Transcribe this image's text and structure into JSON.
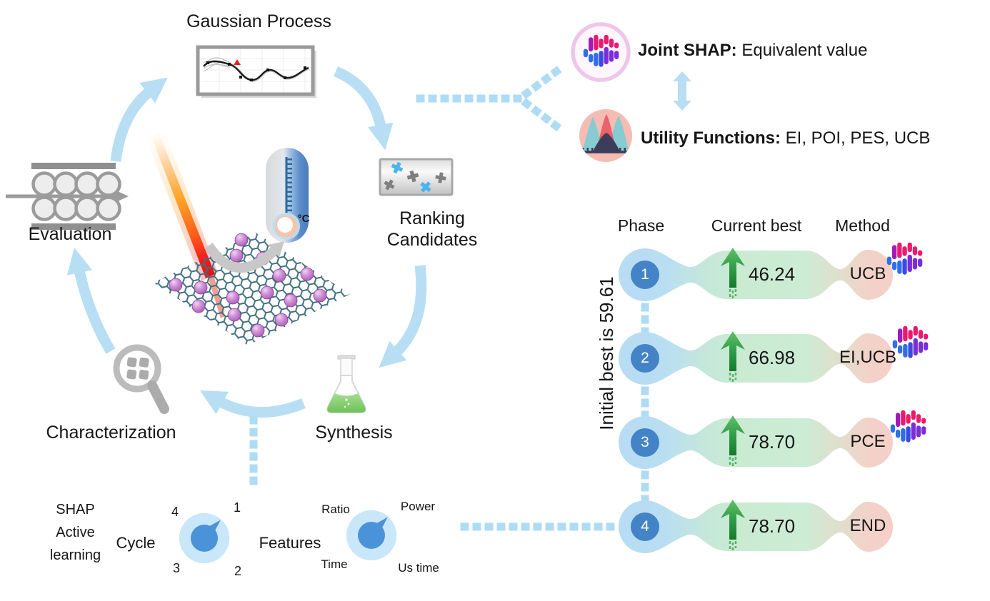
{
  "cycle": {
    "gaussian_process_label": "Gaussian Process",
    "ranking_label": "Ranking\nCandidates",
    "synthesis_label": "Synthesis",
    "characterization_label": "Characterization",
    "evaluation_label": "Evaluation",
    "thermometer_unit": "°C"
  },
  "shap_panel": {
    "title": "SHAP\nActive\nlearning",
    "cycle_knob": {
      "label": "Cycle",
      "options": [
        "1",
        "2",
        "3",
        "4"
      ],
      "selected": "1"
    },
    "features_knob": {
      "label": "Features",
      "options": [
        "Ratio",
        "Power",
        "Time",
        "Us time"
      ],
      "selected": "Power"
    }
  },
  "legend": {
    "joint_shap_term": "Joint SHAP:",
    "joint_shap_desc": " Equivalent value",
    "utility_term": "Utility Functions:",
    "utility_desc": " EI, POI, PES, UCB"
  },
  "phase_table": {
    "initial_note": "Initial best is 59.61",
    "headers": [
      "Phase",
      "Current best",
      "Method"
    ],
    "rows": [
      {
        "phase": "1",
        "current_best": "46.24",
        "method": "UCB",
        "shap_icon": true
      },
      {
        "phase": "2",
        "current_best": "66.98",
        "method": "EI,UCB",
        "shap_icon": true
      },
      {
        "phase": "3",
        "current_best": "78.70",
        "method": "PCE",
        "shap_icon": true
      },
      {
        "phase": "4",
        "current_best": "78.70",
        "method": "END",
        "shap_icon": false
      }
    ]
  },
  "colors": {
    "flow_arrow": "#b8def4",
    "dots": "#aedcf4",
    "phase_circle": "#4484c6",
    "ribbon_blue": "#b9ddf3",
    "ribbon_green": "#c9ebd2",
    "ribbon_salmon": "#f4cfc7",
    "gain_arrow_green": "#2e9e3f"
  }
}
